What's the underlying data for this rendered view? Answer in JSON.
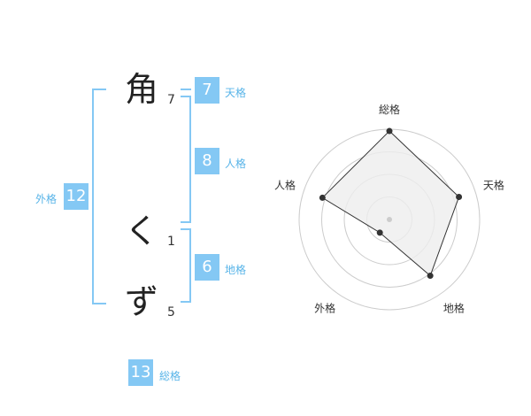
{
  "name": {
    "chars": [
      {
        "char": "角",
        "strokes": "7"
      },
      {
        "char": "く",
        "strokes": "1"
      },
      {
        "char": "ず",
        "strokes": "5"
      }
    ]
  },
  "kaku": {
    "tenkaku": {
      "label": "天格",
      "value": "7"
    },
    "jinkaku": {
      "label": "人格",
      "value": "8"
    },
    "chikaku": {
      "label": "地格",
      "value": "6"
    },
    "gaikaku": {
      "label": "外格",
      "value": "12"
    },
    "soukaku": {
      "label": "総格",
      "value": "13"
    }
  },
  "chart_data": {
    "type": "radar",
    "axes": [
      "総格",
      "天格",
      "地格",
      "外格",
      "人格"
    ],
    "values": [
      0.98,
      0.81,
      0.77,
      0.18,
      0.78
    ],
    "range": [
      0,
      1
    ],
    "rings": 4,
    "colors": {
      "fill": "#eeeeee",
      "line": "#333333",
      "ring": "#cccccc",
      "point": "#333333",
      "center": "#cccccc"
    }
  }
}
